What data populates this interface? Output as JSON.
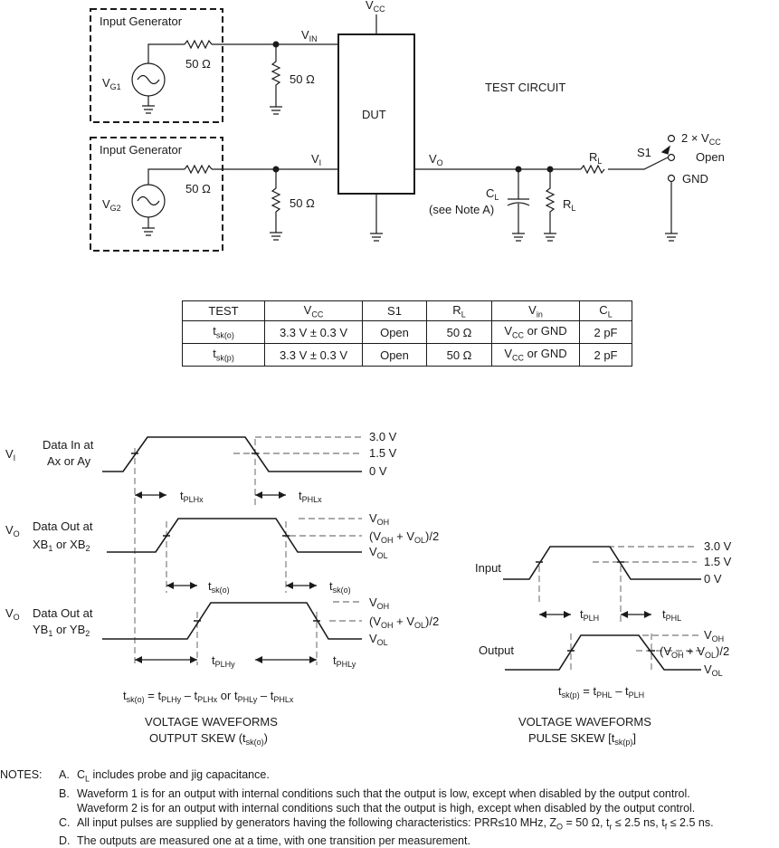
{
  "circuit": {
    "vcc": [
      "V",
      "CC"
    ],
    "gen_title": "Input Generator",
    "vg1": [
      "V",
      "G1"
    ],
    "vg2": [
      "V",
      "G2"
    ],
    "r50": "50 Ω",
    "vin": [
      "V",
      "IN"
    ],
    "vi": [
      "V",
      "I"
    ],
    "vo": [
      "V",
      "O"
    ],
    "dut": "DUT",
    "test_circuit": "TEST CIRCUIT",
    "cl": [
      "C",
      "L"
    ],
    "see_note": "(see Note A)",
    "rl": [
      "R",
      "L"
    ],
    "s1": "S1",
    "sw_2vcc": [
      "2 × V",
      "CC"
    ],
    "sw_open": "Open",
    "sw_gnd": "GND"
  },
  "table": {
    "headers": [
      [
        "TEST",
        ""
      ],
      [
        "V",
        "CC"
      ],
      [
        "S1",
        ""
      ],
      [
        "R",
        "L"
      ],
      [
        "V",
        "in"
      ],
      [
        "C",
        "L"
      ]
    ],
    "rows": [
      {
        "test": [
          "t",
          "sk(o)"
        ],
        "vcc": "3.3 V ± 0.3 V",
        "s1": "Open",
        "rl": "50 Ω",
        "vin": [
          "V",
          "CC",
          " or GND"
        ],
        "cl": "2 pF"
      },
      {
        "test": [
          "t",
          "sk(p)"
        ],
        "vcc": "3.3 V ± 0.3 V",
        "s1": "Open",
        "rl": "50 Ω",
        "vin": [
          "V",
          "CC",
          " or GND"
        ],
        "cl": "2 pF"
      }
    ]
  },
  "waveforms_left": {
    "vi": [
      "V",
      "I"
    ],
    "data_in": [
      "Data In at",
      "Ax or Ay"
    ],
    "l30": "3.0 V",
    "l15": "1.5 V",
    "l0": "0 V",
    "tplhx": [
      "t",
      "PLHx"
    ],
    "tphlx": [
      "t",
      "PHLx"
    ],
    "vo": [
      "V",
      "O"
    ],
    "data_out_x": [
      "Data Out at",
      "XB",
      "1",
      " or XB",
      "2"
    ],
    "data_out_y": [
      "Data Out at",
      "YB",
      "1",
      " or YB",
      "2"
    ],
    "voh": [
      "V",
      "OH"
    ],
    "vol": [
      "V",
      "OL"
    ],
    "vmid": [
      "(V",
      "OH",
      " + V",
      "OL",
      ")/2"
    ],
    "tsko": [
      "t",
      "sk(o)"
    ],
    "tplhy": [
      "t",
      "PLHy"
    ],
    "tphly": [
      "t",
      "PHLy"
    ],
    "equation": "t_sk(o) = t_PLHy − t_PLHx or t_PHLy − t_PHLx",
    "caption1": "VOLTAGE WAVEFORMS",
    "caption2": [
      "OUTPUT SKEW (t",
      "sk(o)",
      ")"
    ]
  },
  "waveforms_right": {
    "input": "Input",
    "output": "Output",
    "l30": "3.0 V",
    "l15": "1.5 V",
    "l0": "0 V",
    "tplh": [
      "t",
      "PLH"
    ],
    "tphl": [
      "t",
      "PHL"
    ],
    "voh": [
      "V",
      "OH"
    ],
    "vol": [
      "V",
      "OL"
    ],
    "vmid": [
      "(V",
      "OH",
      " + V",
      "OL",
      ")/2"
    ],
    "equation": "t_sk(p) = t_PHL − t_PLH",
    "caption1": "VOLTAGE WAVEFORMS",
    "caption2": [
      "PULSE SKEW [t",
      "sk(p)",
      "]"
    ]
  },
  "notes": {
    "label": "NOTES:",
    "a": [
      "A.",
      "C",
      "L",
      " includes probe and jig capacitance."
    ],
    "b1": [
      "B.",
      "Waveform 1 is for an output with internal conditions such that the output is low, except when disabled by the output control."
    ],
    "b2": "Waveform 2 is for an output with internal conditions such that the output is high, except when disabled by the output control.",
    "c": [
      "C.",
      "All input pulses are supplied by generators having the following characteristics: PRR≤10 MHz, Z",
      "O",
      " = 50 Ω, t",
      "r",
      " ≤ 2.5 ns, t",
      "f",
      " ≤ 2.5 ns."
    ],
    "d": [
      "D.",
      "The outputs are measured one at a time, with one transition per measurement."
    ]
  }
}
